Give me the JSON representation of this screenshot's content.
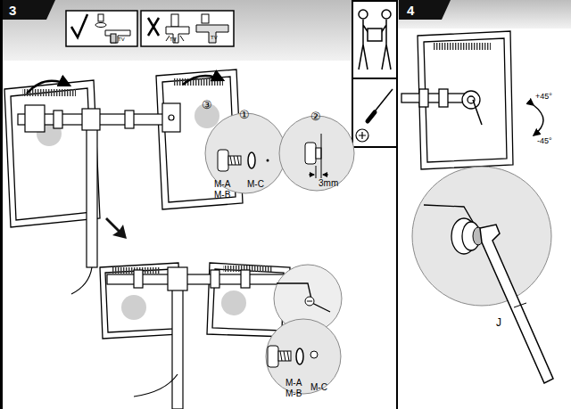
{
  "diagram": {
    "labels": [
      "3",
      "4",
      "TV",
      "TV",
      "TV",
      "①",
      "②",
      "③",
      "3mm",
      "M-A",
      "M-B",
      "M-C",
      "M-A",
      "M-B",
      "M-C",
      "+45°",
      "-45°",
      "J"
    ]
  }
}
